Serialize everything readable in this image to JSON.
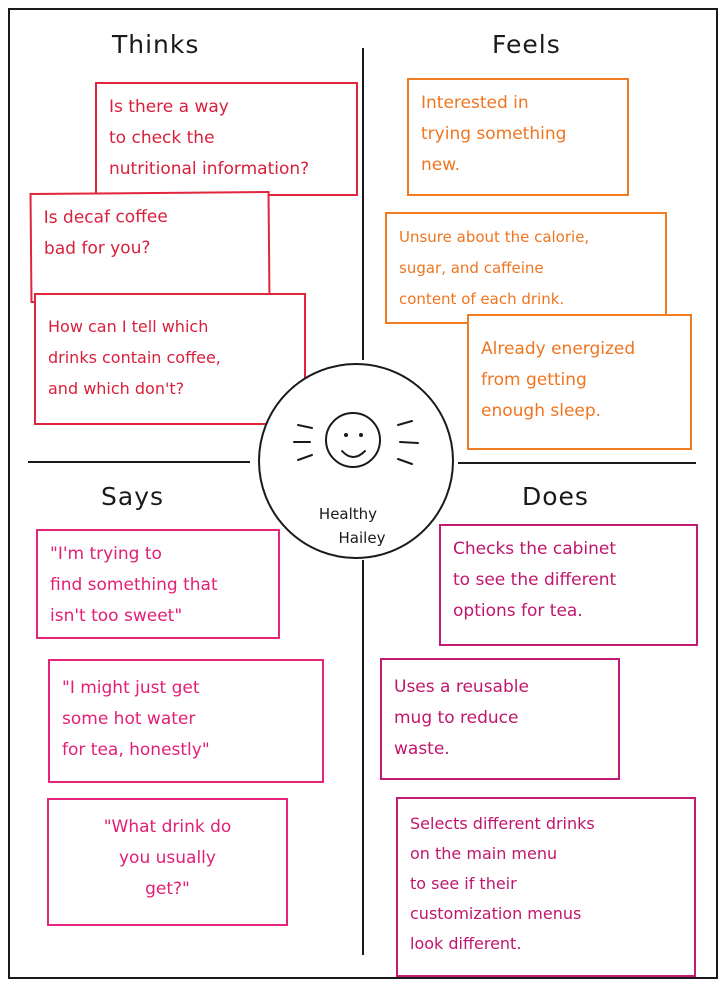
{
  "quadrants": {
    "thinks": {
      "heading": "Thinks",
      "notes": [
        "Is there a way\nto check the\nnutritional information?",
        "Is decaf coffee\nbad for you?",
        "How can I tell which\ndrinks contain coffee,\nand which don't?"
      ]
    },
    "feels": {
      "heading": "Feels",
      "notes": [
        "Interested in\ntrying something\nnew.",
        "Unsure about the calorie,\nsugar, and caffeine\ncontent of each drink.",
        "Already energized\nfrom getting\nenough sleep."
      ]
    },
    "says": {
      "heading": "Says",
      "notes": [
        "\"I'm trying to\nfind something that\nisn't too sweet\"",
        "\"I might just get\nsome hot water\nfor tea, honestly\"",
        "\"What drink do\nyou usually\nget?\""
      ]
    },
    "does": {
      "heading": "Does",
      "notes": [
        "Checks the cabinet\nto see the different\noptions for tea.",
        "Uses a reusable\nmug to reduce\nwaste.",
        "Selects different drinks\non the main menu\nto see if their\ncustomization menus\nlook different."
      ]
    }
  },
  "persona": {
    "name_line1": "Healthy",
    "name_line2": "Hailey"
  },
  "colors": {
    "thinks": "#d81f3b",
    "feels": "#ef7520",
    "says": "#e21f75",
    "does": "#c0166d",
    "ink": "#1a1a1a"
  }
}
